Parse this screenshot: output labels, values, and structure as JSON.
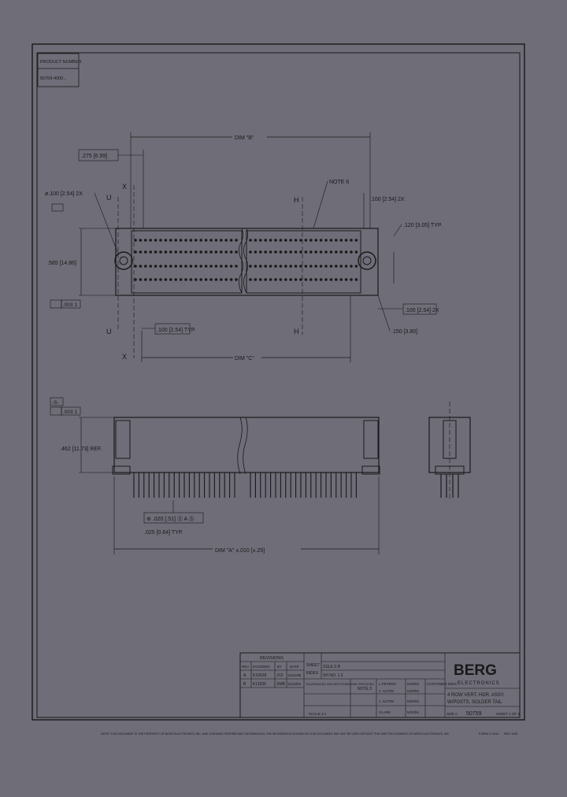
{
  "product_box": {
    "label": "PRODUCT NUMBER",
    "number": "50759-4000..."
  },
  "top_view": {
    "dim_b": "DIM \"B\"",
    "dim_c": "DIM \"C\"",
    "d275": ".275 [6.99]",
    "hole_dia": "ø.100 [2.54] 2X",
    "note": "NOTE 6",
    "pitch_2x": ".100 [2.54] 2X",
    "offset_typ": ".120 [3.05] TYP.",
    "height": ".585 [14.86]",
    "tol": ".003 1",
    "pitch_typ": ".100 [2.54] TYP.",
    "pitch_2x_b": ".100 [2.54] 2X",
    "d150": ".150 [3.80]",
    "sec_u": "U",
    "sec_x": "X",
    "sec_h": "H"
  },
  "side_view": {
    "datum": "-S-",
    "tol": ".003 1",
    "height_ref": ".462 [11.73] REF.",
    "position_tol": "⊕ .020 [.51] Ⓢ A Ⓢ",
    "pin_pitch": ".025 [0.64] TYP.",
    "dim_a": "DIM \"A\" ±.010 [±.25]"
  },
  "title_block": {
    "revisions_label": "REVISIONS",
    "sheet_label": "SHEET",
    "index_label": "INDEX",
    "rev_cols": [
      "REV",
      "ECN/DWG",
      "BY",
      "DATE"
    ],
    "rev_rows": [
      [
        "A",
        "K10628",
        "JCF",
        "12/21/95"
      ],
      [
        "B",
        "K11536",
        "SMB",
        "11/23/94"
      ]
    ],
    "sheet_row_1": "SSLE  S  B",
    "sheet_row_2": "SH NO.  1  2",
    "tolerances": "TOLERANCES UNLESS OTHERWISE SPECIFIED",
    "note_ref": "NOTE 3",
    "drawn": "L.PETERS",
    "drawn_date": "5/20/94",
    "checked": "J. ALTON",
    "checked_date": "5/20/94",
    "approved": "J. ALTON",
    "approved_date": "5/20/94",
    "engr": "CLARK",
    "engr_date": "5/20/94",
    "customer": "CUSTOMER DWG",
    "company": "BERG",
    "company_sub": "ELECTRONICS",
    "title_line1": "4 ROW VERT. HDR. ASSY.",
    "title_line2": "W/POSTS, SOLDER TAIL",
    "size": "SIZE A",
    "sheet": "SHEET 1 OF 2",
    "drawing_no": "50759",
    "scale": "SCALE 2:1",
    "form": "FORM C-3311",
    "rev": "REV 9/93",
    "proprietary_note": "NOTE: THIS DOCUMENT IS THE PROPERTY OF BERG ELECTRONICS, INC. AND CONTAINS PROPRIETARY INFORMATION. THE INFORMATION SHOWN ON THIS DOCUMENT MAY NOT BE USED WITHOUT THE WRITTEN CONSENT OF BERG ELECTRONICS, INC."
  }
}
